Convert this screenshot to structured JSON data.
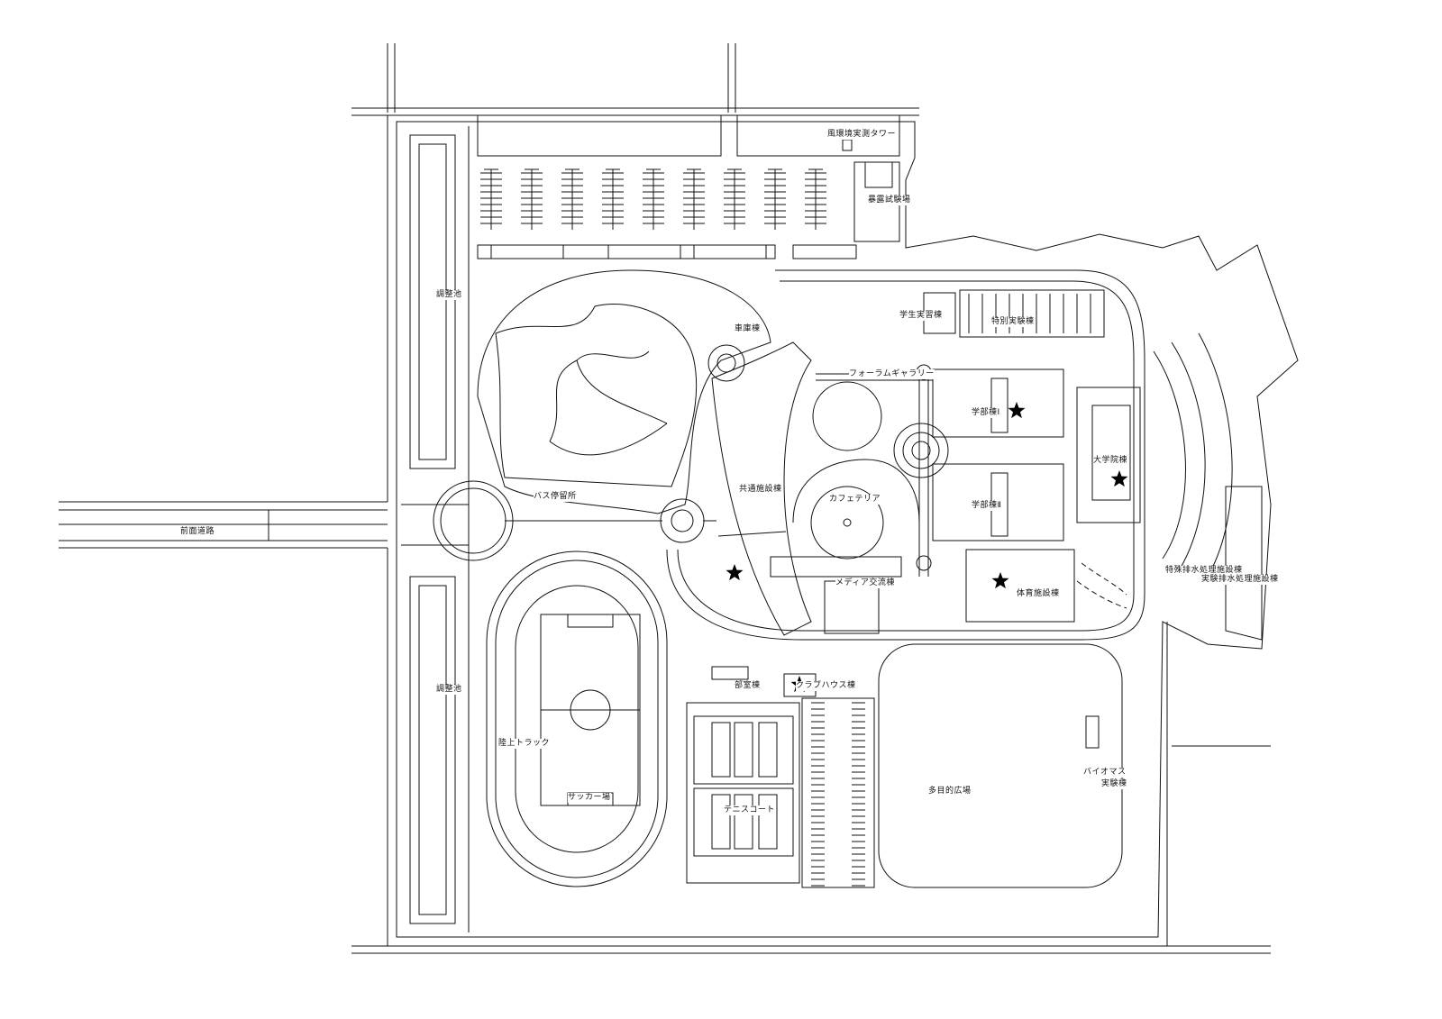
{
  "map": {
    "labels": {
      "wind_tower": "風環境実測タワー",
      "exposure_test": "暴露試験場",
      "pond_north": "調整池",
      "pond_south": "調整池",
      "front_road": "前面道路",
      "bus_stop": "バス停留所",
      "garage": "車庫棟",
      "student_lab": "学生実習棟",
      "special_lab": "特別実験棟",
      "forum_gallery": "フォーラムギャラリー",
      "faculty_1": "学部棟Ⅰ",
      "faculty_2": "学部棟Ⅱ",
      "graduate": "大学院棟",
      "common": "共通施設棟",
      "cafeteria": "カフェテリア",
      "media": "メディア交流棟",
      "gym": "体育施設棟",
      "special_drain": "特殊排水処理施設棟",
      "lab_drain": "実験排水処理施設棟",
      "club_room": "部室棟",
      "clubhouse": "クラブハウス棟",
      "track": "陸上トラック",
      "soccer": "サッカー場",
      "tennis": "テニスコート",
      "plaza": "多目的広場",
      "biomass_1": "バイオマス",
      "biomass_2": "実験棟"
    },
    "star_marker": "star-icon",
    "line_color": "#111111"
  }
}
